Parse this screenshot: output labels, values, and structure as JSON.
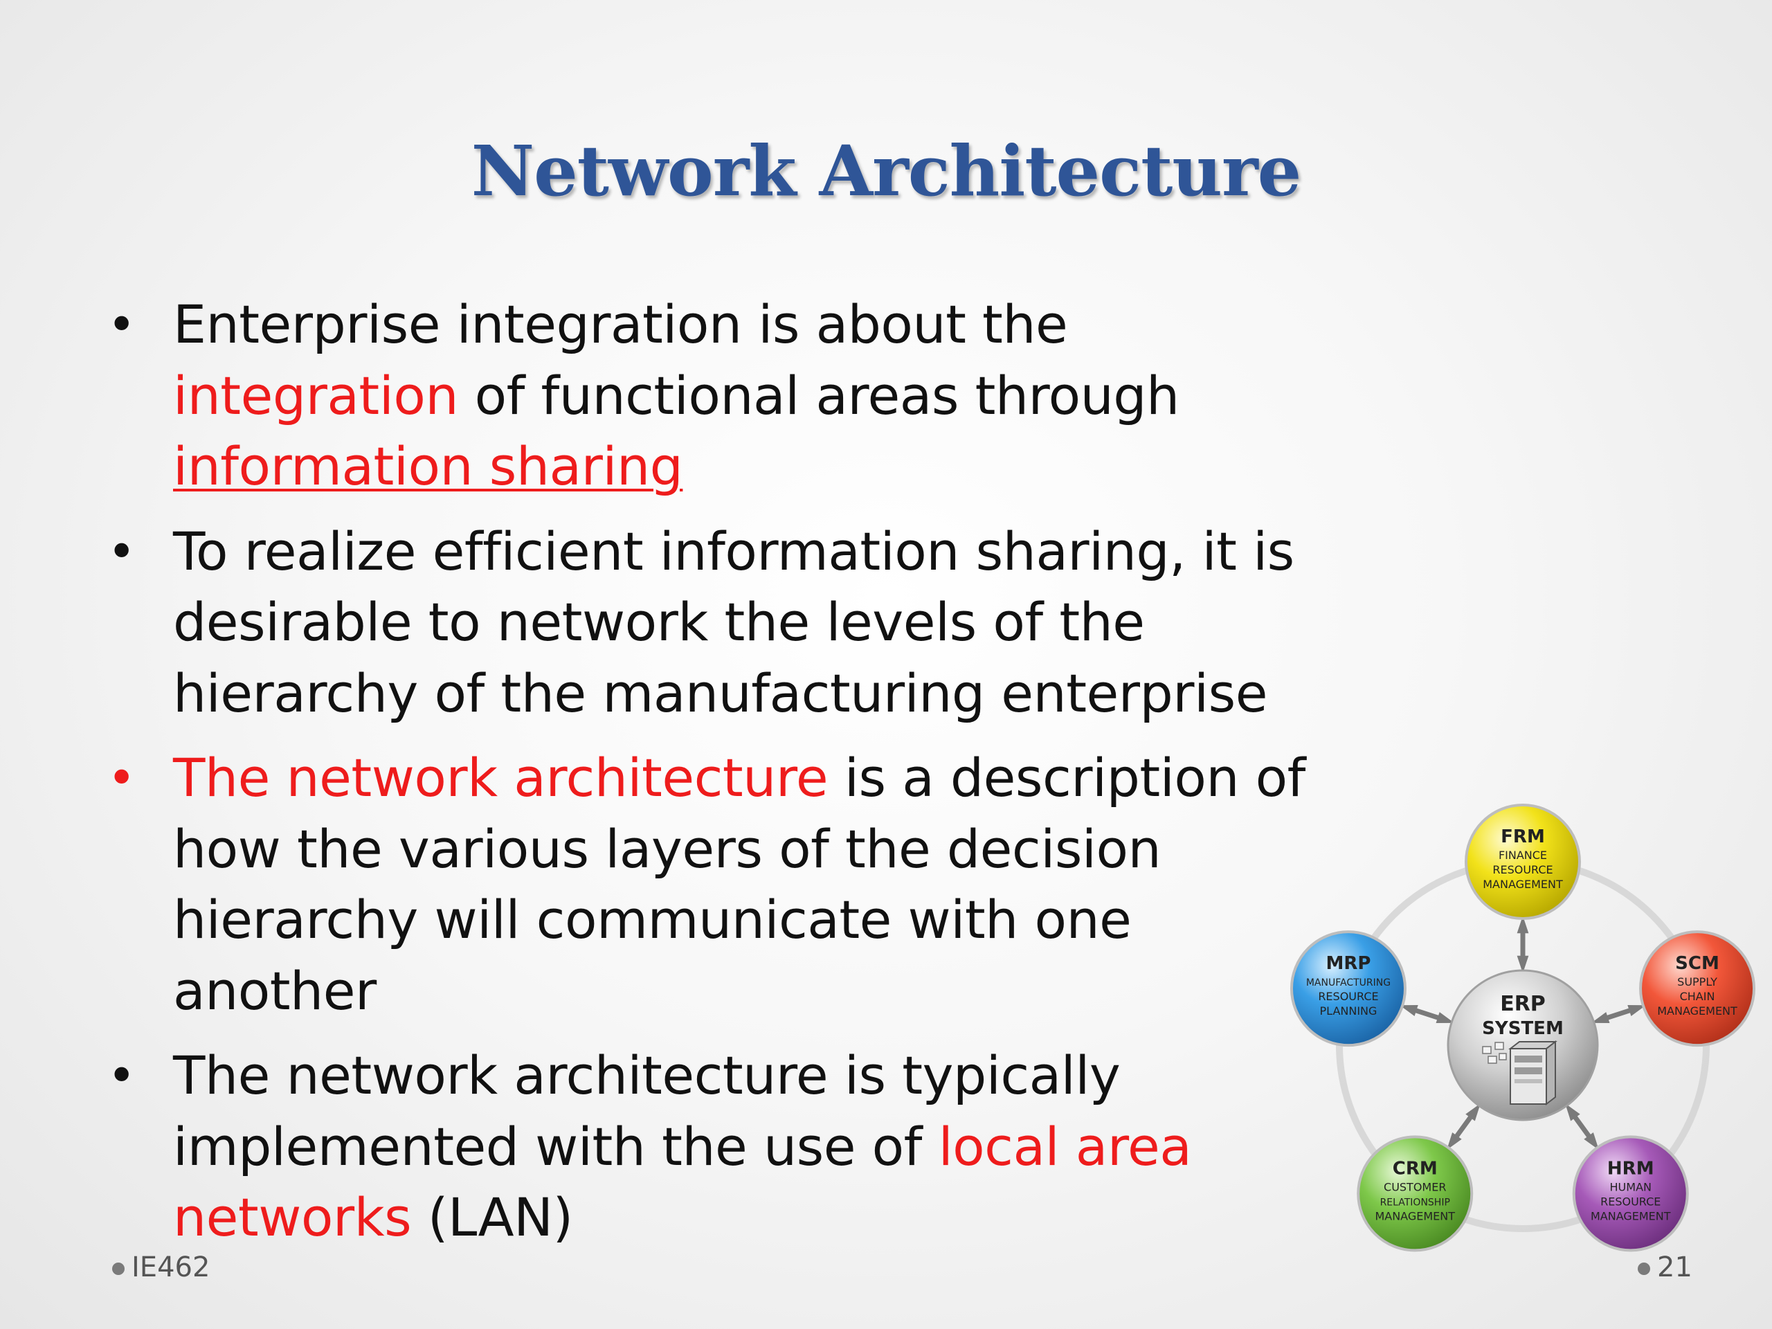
{
  "slide": {
    "title": "Network Architecture",
    "bullets": [
      {
        "lines": [
          [
            {
              "text": "Enterprise integration is about the"
            }
          ],
          [
            {
              "text": "integration",
              "red": true
            },
            {
              "text": " of functional areas through"
            }
          ],
          [
            {
              "text": "information sharing",
              "red": true,
              "underline": true
            }
          ]
        ]
      },
      {
        "lines": [
          [
            {
              "text": "To realize efficient information sharing, it is"
            }
          ],
          [
            {
              "text": "desirable to network the levels of the"
            }
          ],
          [
            {
              "text": "hierarchy of the manufacturing enterprise"
            }
          ]
        ]
      },
      {
        "red_marker": true,
        "lines": [
          [
            {
              "text": "The network architecture",
              "red": true
            },
            {
              "text": " is a description of"
            }
          ],
          [
            {
              "text": "how the various layers of the decision"
            }
          ],
          [
            {
              "text": "hierarchy will communicate with one"
            }
          ],
          [
            {
              "text": "another"
            }
          ]
        ]
      },
      {
        "lines": [
          [
            {
              "text": "The network architecture is typically"
            }
          ],
          [
            {
              "text": "implemented with the use of "
            },
            {
              "text": "local area",
              "red": true
            }
          ],
          [
            {
              "text": "networks",
              "red": true
            },
            {
              "text": " (LAN)"
            }
          ]
        ]
      }
    ],
    "footer_left": "IE462",
    "page_number": "21"
  },
  "erp_diagram": {
    "center": {
      "line1": "ERP",
      "line2": "SYSTEM",
      "color": "#bfbfbf"
    },
    "modules": [
      {
        "abbr": "FRM",
        "desc": [
          "FINANCE",
          "RESOURCE",
          "MANAGEMENT"
        ],
        "color": "#f2e21a"
      },
      {
        "abbr": "SCM",
        "desc": [
          "SUPPLY",
          "CHAIN",
          "MANAGEMENT"
        ],
        "color": "#f2573a"
      },
      {
        "abbr": "HRM",
        "desc": [
          "HUMAN",
          "RESOURCE",
          "MANAGEMENT"
        ],
        "color": "#a65ab8"
      },
      {
        "abbr": "CRM",
        "desc": [
          "CUSTOMER",
          "RELATIONSHIP",
          "MANAGEMENT"
        ],
        "color": "#7ec84a"
      },
      {
        "abbr": "MRP",
        "desc": [
          "MANUFACTURING",
          "RESOURCE",
          "PLANNING"
        ],
        "color": "#3a9fe6"
      }
    ]
  },
  "colors": {
    "title": "#2f5597",
    "accent_red": "#ee1c1c",
    "text": "#111111"
  }
}
